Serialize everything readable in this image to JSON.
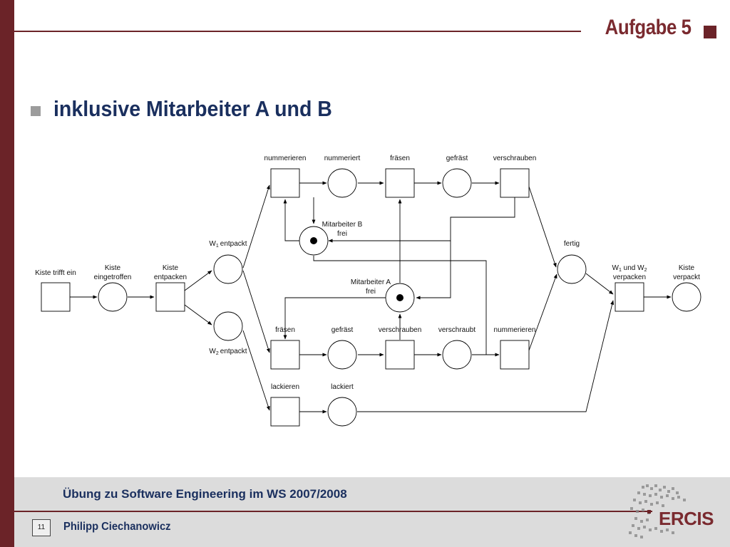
{
  "header": {
    "title": "Aufgabe 5"
  },
  "slide": {
    "subtitle": "inklusive Mitarbeiter A und B"
  },
  "diagram": {
    "transitions": {
      "kiste_trifft_ein": "Kiste trifft ein",
      "kiste_entpacken": [
        "Kiste",
        "entpacken"
      ],
      "w1_nummerieren": "nummerieren",
      "w1_fraesen": "fräsen",
      "w1_verschrauben": "verschrauben",
      "w2_fraesen": "fräsen",
      "w2_verschrauben": "verschrauben",
      "w2_nummerieren": "nummerieren",
      "lackieren": "lackieren",
      "verpacken": [
        "verpacken"
      ]
    },
    "places": {
      "kiste_eingetroffen": [
        "Kiste",
        "eingetroffen"
      ],
      "w1_entpackt": "entpackt",
      "w2_entpackt": "entpackt",
      "w1_nummeriert": "nummeriert",
      "w1_gefraest": "gefräst",
      "mitarbeiter_b_frei": [
        "Mitarbeiter B",
        "frei"
      ],
      "mitarbeiter_a_frei": [
        "Mitarbeiter A",
        "frei"
      ],
      "w2_gefraest": "gefräst",
      "w2_verschraubt": "verschraubt",
      "lackiert": "lackiert",
      "fertig": "fertig",
      "kiste_verpackt": [
        "Kiste",
        "verpackt"
      ]
    },
    "subscripts": {
      "w": "W",
      "one": "1",
      "two": "2",
      "und": " und "
    },
    "tokens": {
      "mitarbeiter_a_frei": 1,
      "mitarbeiter_b_frei": 1
    }
  },
  "footer": {
    "course": "Übung zu Software Engineering im WS 2007/2008",
    "page_number": "11",
    "author": "Philipp Ciechanowicz",
    "logo_text": "ERCIS"
  },
  "colors": {
    "brand_dark_red": "#6b2328",
    "title_red": "#7a2a2f",
    "navy": "#1a2f5e",
    "footer_gray": "#dcdcdc"
  }
}
